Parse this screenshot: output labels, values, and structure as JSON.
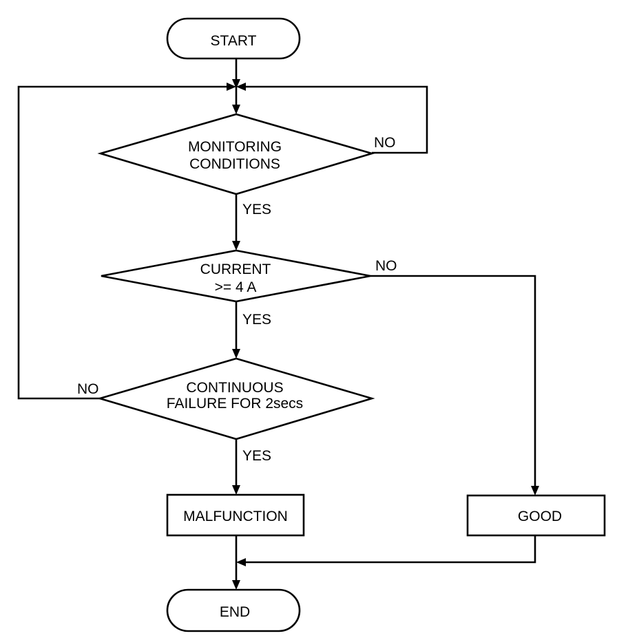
{
  "nodes": {
    "start": "START",
    "monitoring": {
      "line1": "MONITORING",
      "line2": "CONDITIONS"
    },
    "current": {
      "line1": "CURRENT",
      "line2": ">= 4 A"
    },
    "continuous": {
      "line1": "CONTINUOUS",
      "line2": "FAILURE FOR 2secs"
    },
    "malfunction": "MALFUNCTION",
    "good": "GOOD",
    "end": "END"
  },
  "edges": {
    "monitoring_no": "NO",
    "monitoring_yes": "YES",
    "current_no": "NO",
    "current_yes": "YES",
    "continuous_no": "NO",
    "continuous_yes": "YES"
  }
}
